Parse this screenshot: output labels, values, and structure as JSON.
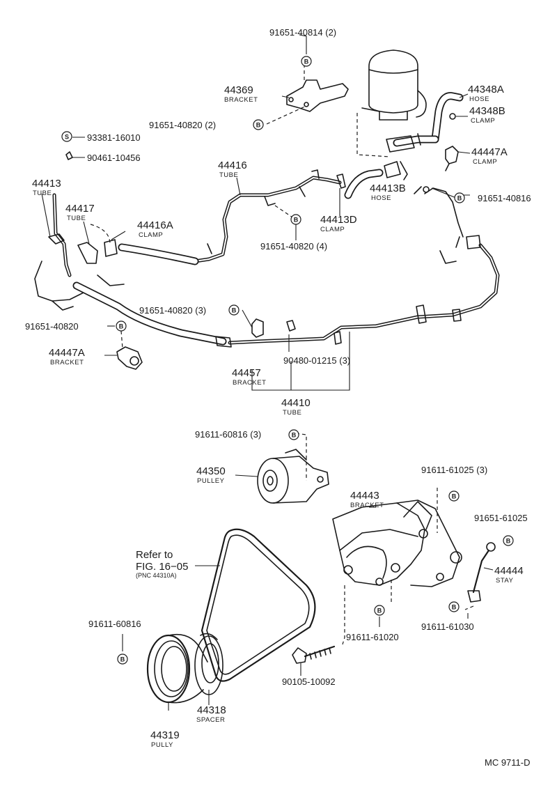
{
  "labels": {
    "l01": "91651-40814 (2)",
    "l02": "44369",
    "l03": "BRACKET",
    "l04": "91651-40820 (2)",
    "l05": "93381-16010",
    "l06": "90461-10456",
    "l07": "44348A",
    "l08": "HOSE",
    "l09": "44348B",
    "l10": "CLAMP",
    "l11": "44447A",
    "l12": "CLAMP",
    "l13": "44416",
    "l14": "TUBE",
    "l15": "44413",
    "l16": "TUBE",
    "l17": "44417",
    "l18": "TUBE",
    "l19": "44416A",
    "l20": "CLAMP",
    "l21": "44413B",
    "l22": "HOSE",
    "l23": "91651-40816",
    "l24": "44413D",
    "l25": "CLAMP",
    "l26": "91651-40820 (4)",
    "l27": "91651-40820 (3)",
    "l28": "91651-40820",
    "l29": "44447A",
    "l30": "BRACKET",
    "l31": "90480-01215 (3)",
    "l32": "44457",
    "l33": "BRACKET",
    "l34": "44410",
    "l35": "TUBE",
    "l36": "91611-60816 (3)",
    "l37": "44350",
    "l38": "PULLEY",
    "l39": "91611-61025 (3)",
    "l40": "44443",
    "l41": "BRACKET",
    "l42": "91651-61025",
    "l43": "Refer to",
    "l44": "FIG. 16−05",
    "l45": "(PNC 44310A)",
    "l46": "44444",
    "l47": "STAY",
    "l48": "91611-60816",
    "l49": "91611-61020",
    "l50": "91611-61030",
    "l51": "90105-10092",
    "l52": "44318",
    "l53": "SPACER",
    "l54": "44319",
    "l55": "PULLY",
    "l56": "MC 9711-D"
  },
  "symbols": {
    "bolt": "B",
    "screw": "S"
  }
}
